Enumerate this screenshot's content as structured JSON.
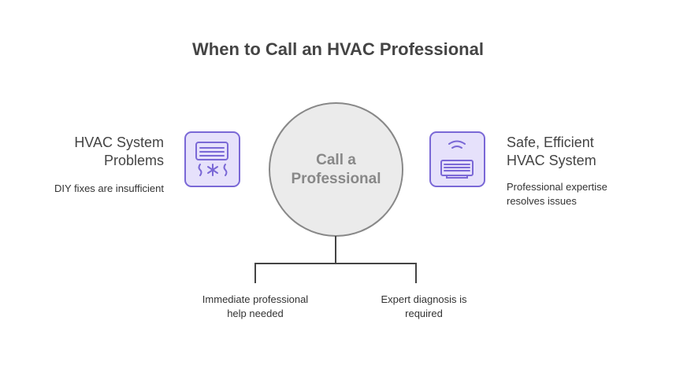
{
  "title": "When to Call an HVAC Professional",
  "center": {
    "line1": "Call a",
    "line2": "Professional"
  },
  "left": {
    "heading_line1": "HVAC System",
    "heading_line2": "Problems",
    "description": "DIY fixes are insufficient",
    "icon": "ac-unit-cold-icon"
  },
  "right": {
    "heading_line1": "Safe, Efficient",
    "heading_line2": "HVAC System",
    "description_line1": "Professional expertise",
    "description_line2": "resolves issues",
    "icon": "smart-ac-wifi-icon"
  },
  "branches": [
    {
      "line1": "Immediate professional",
      "line2": "help needed"
    },
    {
      "line1": "Expert diagnosis is",
      "line2": "required"
    }
  ],
  "colors": {
    "accent": "#7a68d6",
    "icon_bg": "#e6e1fb",
    "circle": "#ebebeb"
  }
}
